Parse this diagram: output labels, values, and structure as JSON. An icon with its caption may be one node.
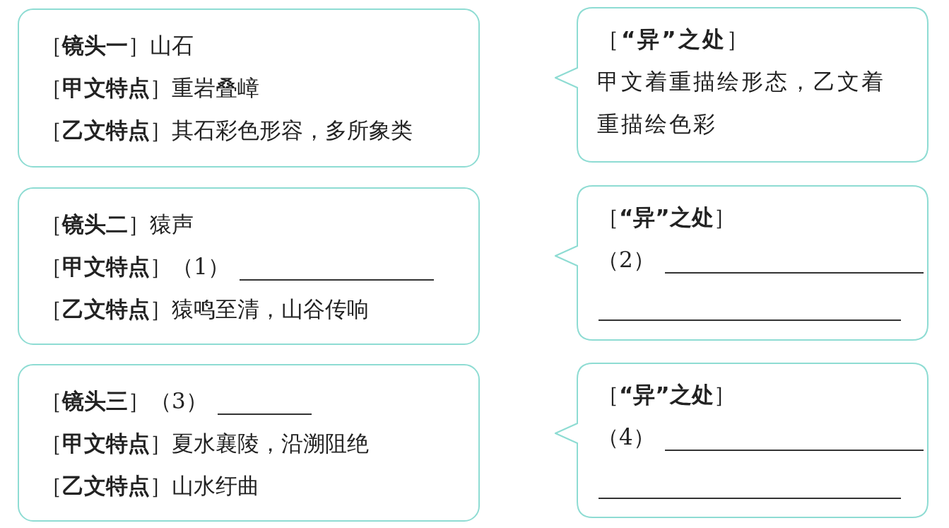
{
  "diagram": {
    "nodes": [
      {
        "text": [
          "［**镜头一**］山石",
          "［**甲文特点**］重岩叠嶂",
          "［**乙文特点**］其石彩色形容，多所象类"
        ]
      },
      {
        "text": [
          "［**镜头二**］猿声",
          "［**甲文特点**］（1）",
          "［**乙文特点**］猿鸣至清，山谷传响"
        ]
      },
      {
        "text": [
          "［**镜头三**］（3）",
          "［**甲文特点**］夏水襄陵，沿溯阻绝",
          "［**乙文特点**］山水纡曲"
        ]
      },
      {
        "text": [
          "［**“异”之处**］",
          "甲文着重描绘形态，乙文着重描绘色彩"
        ]
      },
      {
        "text": [
          "［**“异”之处**］",
          "（2）"
        ]
      },
      {
        "text": [
          "［**“异”之处**］",
          "（4）"
        ]
      }
    ]
  }
}
